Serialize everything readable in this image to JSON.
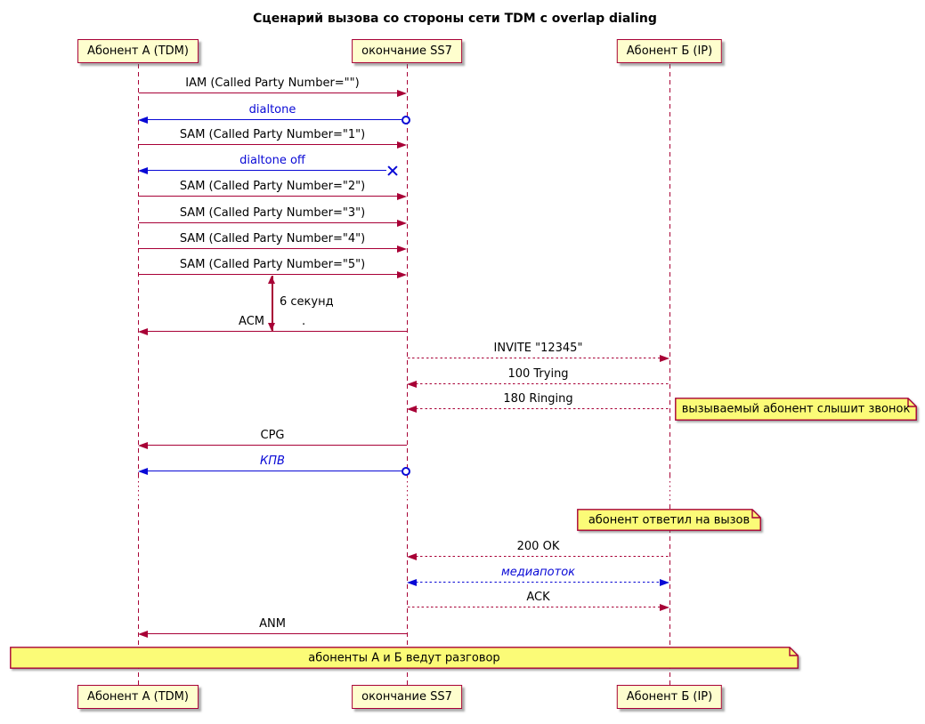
{
  "title": "Сценарий вызова со стороны сети TDM с overlap dialing",
  "colors": {
    "primary": "#A80036",
    "blue": "#0909D6",
    "participant_fill": "#FEFECE",
    "note_fill": "#FBFB77",
    "text": "#000000"
  },
  "participants": [
    {
      "id": "A",
      "label": "Абонент А (TDM)"
    },
    {
      "id": "SS7",
      "label": "окончание SS7"
    },
    {
      "id": "B",
      "label": "Абонент Б (IP)"
    }
  ],
  "messages": [
    {
      "from": "A",
      "to": "SS7",
      "label": "IAM (Called Party Number=\"\")",
      "line": "solid",
      "color": "primary"
    },
    {
      "from": "SS7",
      "to": "A",
      "label": "dialtone",
      "line": "solid",
      "color": "blue",
      "source_end": "circle"
    },
    {
      "from": "A",
      "to": "SS7",
      "label": "SAM (Called Party Number=\"1\")",
      "line": "solid",
      "color": "primary"
    },
    {
      "from": "SS7",
      "to": "A",
      "label": "dialtone off",
      "line": "solid",
      "color": "blue",
      "source_end": "x"
    },
    {
      "from": "A",
      "to": "SS7",
      "label": "SAM (Called Party Number=\"2\")",
      "line": "solid",
      "color": "primary"
    },
    {
      "from": "A",
      "to": "SS7",
      "label": "SAM (Called Party Number=\"3\")",
      "line": "solid",
      "color": "primary"
    },
    {
      "from": "A",
      "to": "SS7",
      "label": "SAM (Called Party Number=\"4\")",
      "line": "solid",
      "color": "primary"
    },
    {
      "from": "A",
      "to": "SS7",
      "label": "SAM (Called Party Number=\"5\")",
      "line": "solid",
      "color": "primary"
    },
    {
      "from": "SS7",
      "to": "A",
      "label": "ACM",
      "label_suffix": ".",
      "line": "solid",
      "color": "primary"
    },
    {
      "from": "SS7",
      "to": "B",
      "label": "INVITE \"12345\"",
      "line": "dotted",
      "color": "primary"
    },
    {
      "from": "B",
      "to": "SS7",
      "label": "100 Trying",
      "line": "dotted",
      "color": "primary"
    },
    {
      "from": "B",
      "to": "SS7",
      "label": "180 Ringing",
      "line": "dotted",
      "color": "primary"
    },
    {
      "from": "SS7",
      "to": "A",
      "label": "CPG",
      "line": "solid",
      "color": "primary"
    },
    {
      "from": "SS7",
      "to": "A",
      "label": "КПВ",
      "line": "solid",
      "color": "blue",
      "italic": true,
      "source_end": "circle"
    },
    {
      "from": "B",
      "to": "SS7",
      "label": "200 OK",
      "line": "dotted",
      "color": "primary"
    },
    {
      "from": "SS7",
      "to": "B",
      "label": "медиапоток",
      "line": "dotted",
      "color": "blue",
      "italic": true,
      "bidirectional": true
    },
    {
      "from": "SS7",
      "to": "B",
      "label": "ACK",
      "line": "dotted",
      "color": "primary"
    },
    {
      "from": "SS7",
      "to": "A",
      "label": "ANM",
      "line": "solid",
      "color": "primary"
    }
  ],
  "duration": {
    "label": "6 секунд"
  },
  "notes": [
    {
      "text": "вызываемый абонент слышит звонок",
      "position": "right of Абонент Б"
    },
    {
      "text": "абонент ответил на вызов",
      "position": "over Абонент Б"
    },
    {
      "text": "абоненты А и Б ведут разговор",
      "position": "across"
    }
  ]
}
